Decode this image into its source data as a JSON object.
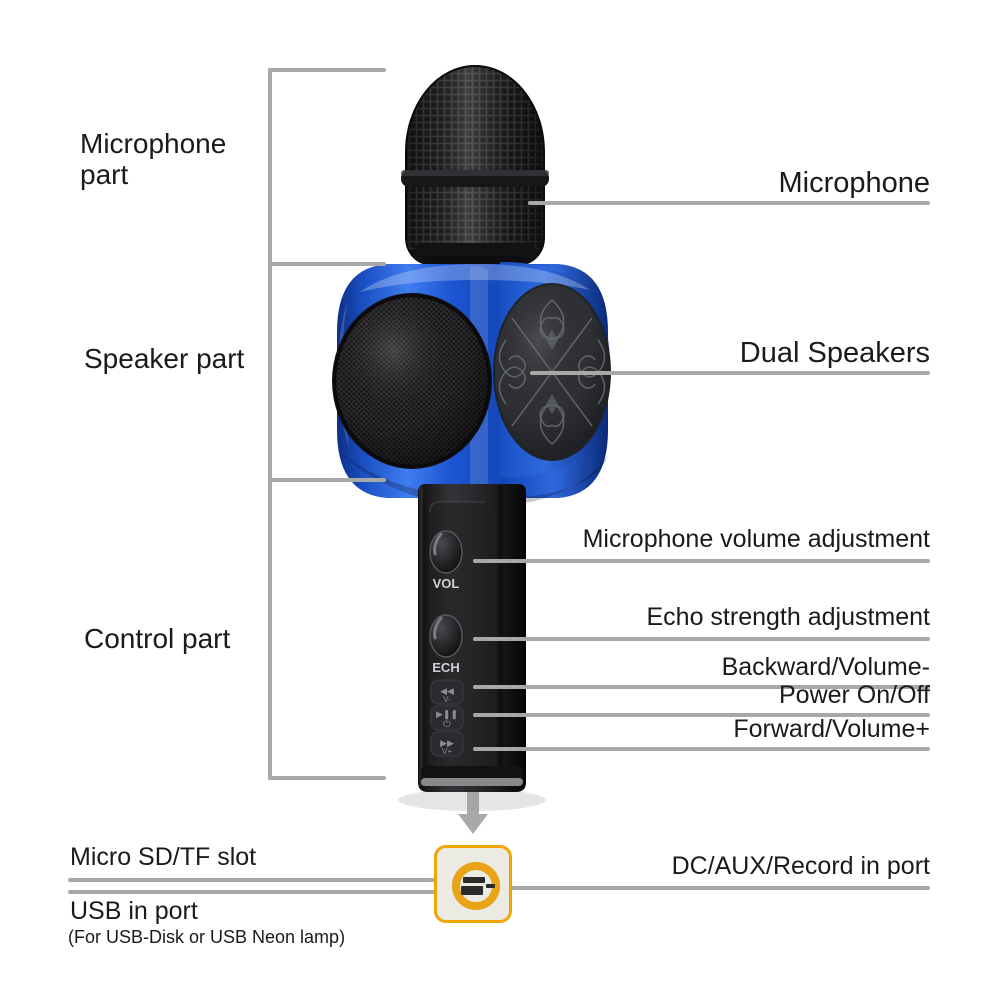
{
  "diagram": {
    "title": "Wireless Karaoke Microphone Labelled Parts Diagram",
    "background_color": "#ffffff",
    "leader_line_color": "#a8a8a8",
    "text_color": "#1a1a1a",
    "accent_color": "#1558d6",
    "port_accent_color": "#f0a500"
  },
  "left_sections": [
    {
      "id": "microphone-part",
      "label_line1": "Microphone",
      "label_line2": "part"
    },
    {
      "id": "speaker-part",
      "label_line1": "Speaker part",
      "label_line2": ""
    },
    {
      "id": "control-part",
      "label_line1": "Control part",
      "label_line2": ""
    }
  ],
  "right_callouts": [
    {
      "id": "microphone",
      "label": "Microphone"
    },
    {
      "id": "dual-speakers",
      "label": "Dual Speakers"
    },
    {
      "id": "mic-volume",
      "label": "Microphone volume adjustment"
    },
    {
      "id": "echo-strength",
      "label": "Echo strength adjustment"
    },
    {
      "id": "backward-volume-down",
      "label": "Backward/Volume-"
    },
    {
      "id": "power-on-off",
      "label": "Power On/Off"
    },
    {
      "id": "forward-volume-up",
      "label": "Forward/Volume+"
    },
    {
      "id": "dc-aux-record",
      "label": "DC/AUX/Record in port"
    }
  ],
  "bottom_callouts": [
    {
      "id": "micro-sd-tf-slot",
      "label": "Micro SD/TF slot",
      "sub": ""
    },
    {
      "id": "usb-in-port",
      "label": "USB in port",
      "sub": "(For USB-Disk or  USB Neon lamp)"
    }
  ],
  "device_markings": {
    "volume_knob": "VOL",
    "echo_knob": "ECH",
    "button_backward": "backward-icon",
    "button_power": "power-icon",
    "button_forward": "forward-icon"
  },
  "icons": {
    "down_arrow": "down-arrow-icon",
    "port_socket": "port-socket-icon",
    "mic_capsule": "microphone-capsule-icon",
    "speaker_grille": "speaker-grille-icon",
    "speaker_pattern": "decorative-speaker-icon"
  }
}
